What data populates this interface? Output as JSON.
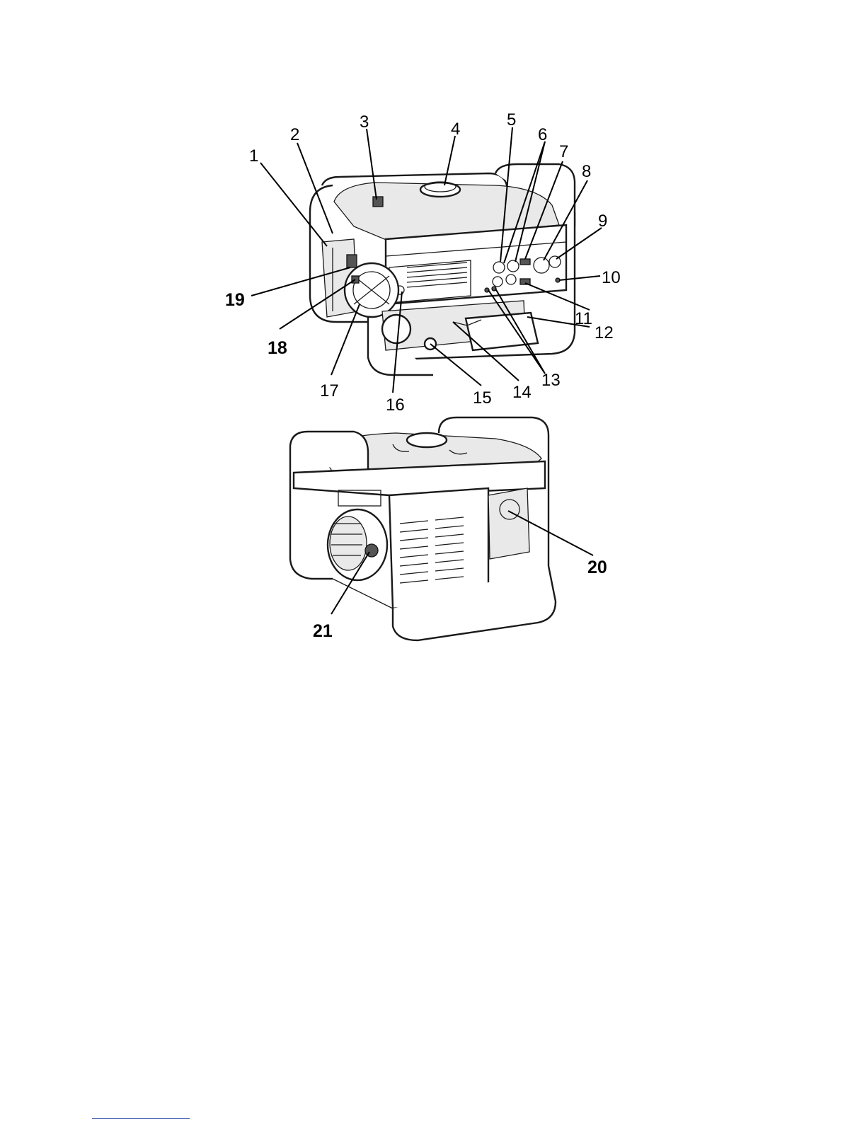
{
  "callouts": [
    {
      "id": "1",
      "bold": false
    },
    {
      "id": "2",
      "bold": false
    },
    {
      "id": "3",
      "bold": false
    },
    {
      "id": "4",
      "bold": false
    },
    {
      "id": "5",
      "bold": false
    },
    {
      "id": "6",
      "bold": false
    },
    {
      "id": "7",
      "bold": false
    },
    {
      "id": "8",
      "bold": false
    },
    {
      "id": "9",
      "bold": false
    },
    {
      "id": "10",
      "bold": false
    },
    {
      "id": "11",
      "bold": false
    },
    {
      "id": "12",
      "bold": false
    },
    {
      "id": "13",
      "bold": false
    },
    {
      "id": "14",
      "bold": false
    },
    {
      "id": "15",
      "bold": false
    },
    {
      "id": "16",
      "bold": false
    },
    {
      "id": "17",
      "bold": false
    },
    {
      "id": "18",
      "bold": true
    },
    {
      "id": "19",
      "bold": true
    },
    {
      "id": "20",
      "bold": true
    },
    {
      "id": "21",
      "bold": true
    }
  ]
}
